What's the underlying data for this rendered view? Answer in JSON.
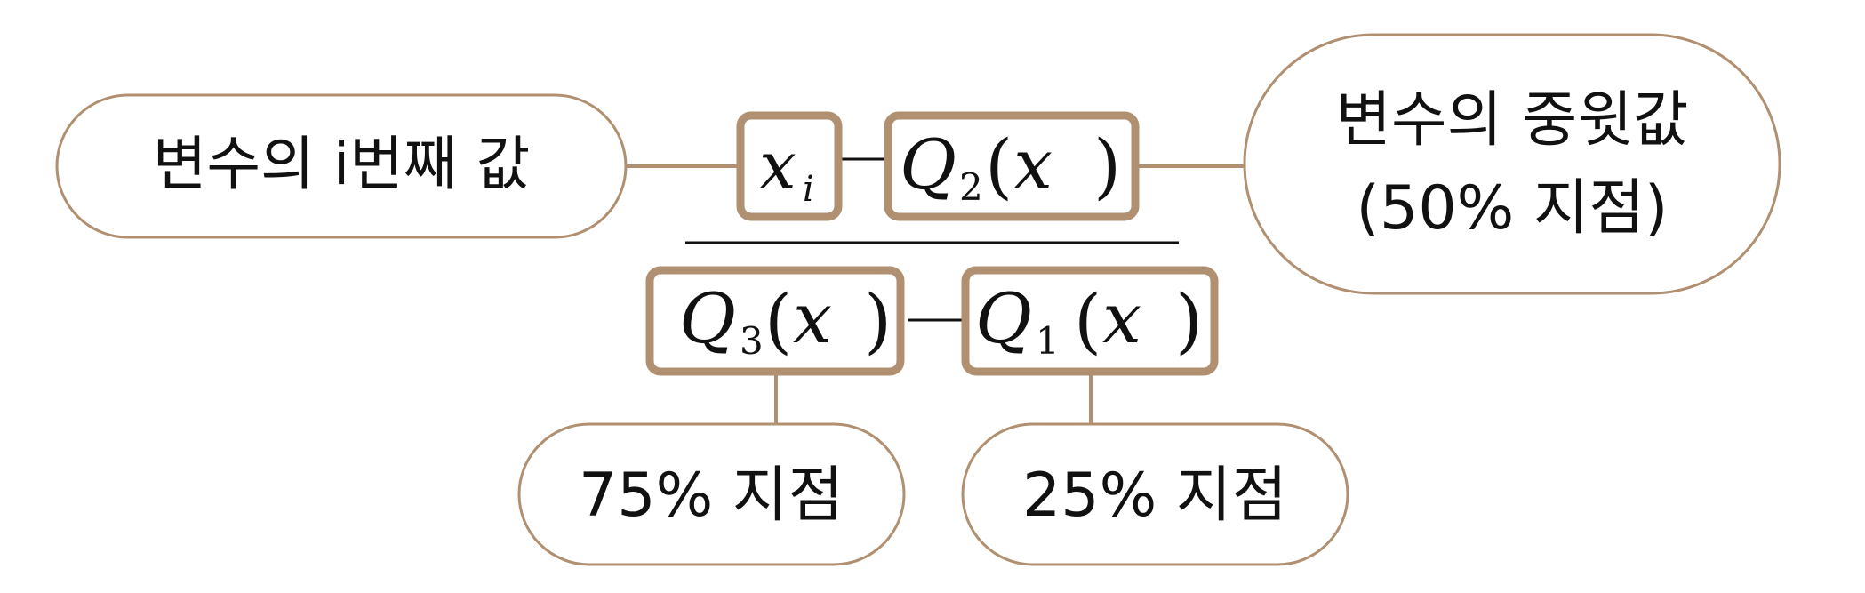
{
  "colors": {
    "accent": "#b09070",
    "text": "#111111",
    "fraction_bar": "#111111",
    "background": "#ffffff"
  },
  "labels": {
    "xi_meaning": "변수의 i번째 값",
    "median_line1": "변수의 중윗값",
    "median_line2": "(50% 지점)",
    "q3_meaning": "75% 지점",
    "q1_meaning": "25% 지점"
  },
  "formula": {
    "numerator": [
      {
        "symbol": "x",
        "subscript": "i"
      },
      {
        "symbol": "Q",
        "subscript": "2",
        "argument": "x"
      }
    ],
    "denominator": [
      {
        "symbol": "Q",
        "subscript": "3",
        "argument": "x"
      },
      {
        "symbol": "Q",
        "subscript": "1",
        "argument": "x"
      }
    ],
    "operator": "—"
  }
}
